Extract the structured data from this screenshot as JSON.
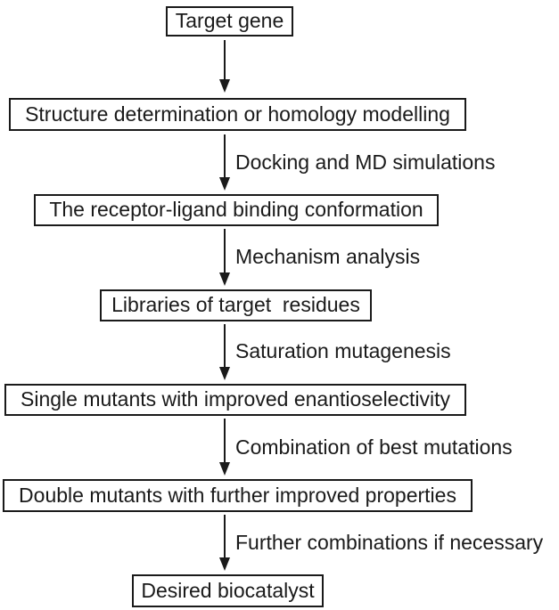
{
  "diagram": {
    "type": "flowchart",
    "colors": {
      "ink": "#1a1a1a",
      "background": "#ffffff"
    },
    "boxes": [
      {
        "label": "Target gene"
      },
      {
        "label": "Structure determination or homology modelling"
      },
      {
        "label": "The receptor-ligand binding conformation"
      },
      {
        "label": "Libraries of target  residues"
      },
      {
        "label": "Single mutants with improved enantioselectivity"
      },
      {
        "label": "Double mutants with further improved properties"
      },
      {
        "label": "Desired biocatalyst"
      }
    ],
    "arrow_labels": [
      {
        "label": ""
      },
      {
        "label": "Docking and MD simulations"
      },
      {
        "label": "Mechanism analysis"
      },
      {
        "label": "Saturation mutagenesis"
      },
      {
        "label": "Combination of best mutations"
      },
      {
        "label": "Further combinations if necessary"
      }
    ]
  }
}
